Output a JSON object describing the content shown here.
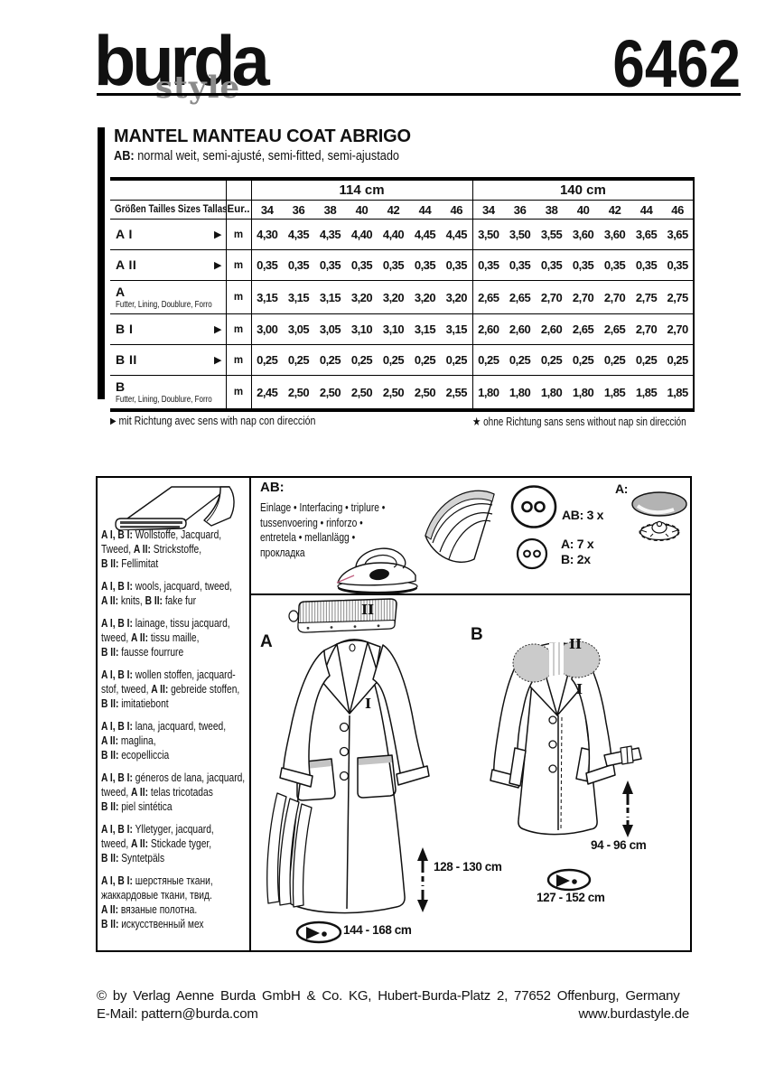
{
  "header": {
    "brand": "burda",
    "brand_sub": "style",
    "pattern_number": "6462"
  },
  "title": {
    "garment": "MANTEL  MANTEAU  COAT  ABRIGO",
    "fit_bold": "AB:",
    "fit_rest": " normal weit, semi-ajusté, semi-fitted, semi-ajustado"
  },
  "table": {
    "size_header": "Größen  Tailles  Sizes  Tallas",
    "eur_header": "Eur..",
    "width_groups": [
      "114 cm",
      "140 cm"
    ],
    "sizes": [
      "34",
      "36",
      "38",
      "40",
      "42",
      "44",
      "46"
    ],
    "unit": "m",
    "rows": [
      {
        "label": "A I",
        "sub": "",
        "marker": "▶",
        "values_114": [
          "4,30",
          "4,35",
          "4,35",
          "4,40",
          "4,40",
          "4,45",
          "4,45"
        ],
        "values_140": [
          "3,50",
          "3,50",
          "3,55",
          "3,60",
          "3,60",
          "3,65",
          "3,65"
        ]
      },
      {
        "label": "A II",
        "sub": "",
        "marker": "▶",
        "values_114": [
          "0,35",
          "0,35",
          "0,35",
          "0,35",
          "0,35",
          "0,35",
          "0,35"
        ],
        "values_140": [
          "0,35",
          "0,35",
          "0,35",
          "0,35",
          "0,35",
          "0,35",
          "0,35"
        ]
      },
      {
        "label": "A",
        "sub": "Futter, Lining, Doublure, Forro",
        "marker": "★",
        "values_114": [
          "3,15",
          "3,15",
          "3,15",
          "3,20",
          "3,20",
          "3,20",
          "3,20"
        ],
        "values_140": [
          "2,65",
          "2,65",
          "2,70",
          "2,70",
          "2,70",
          "2,75",
          "2,75"
        ]
      },
      {
        "label": "B I",
        "sub": "",
        "marker": "▶",
        "values_114": [
          "3,00",
          "3,05",
          "3,05",
          "3,10",
          "3,10",
          "3,15",
          "3,15"
        ],
        "values_140": [
          "2,60",
          "2,60",
          "2,60",
          "2,65",
          "2,65",
          "2,70",
          "2,70"
        ]
      },
      {
        "label": "B II",
        "sub": "",
        "marker": "▶",
        "values_114": [
          "0,25",
          "0,25",
          "0,25",
          "0,25",
          "0,25",
          "0,25",
          "0,25"
        ],
        "values_140": [
          "0,25",
          "0,25",
          "0,25",
          "0,25",
          "0,25",
          "0,25",
          "0,25"
        ]
      },
      {
        "label": "B",
        "sub": "Futter, Lining, Doublure, Forro",
        "marker": "★",
        "values_114": [
          "2,45",
          "2,50",
          "2,50",
          "2,50",
          "2,50",
          "2,50",
          "2,55"
        ],
        "values_140": [
          "1,80",
          "1,80",
          "1,80",
          "1,80",
          "1,85",
          "1,85",
          "1,85"
        ]
      }
    ]
  },
  "footnotes": {
    "with_nap_marker": "▶",
    "with_nap": " mit Richtung   avec sens   with nap   con dirección",
    "without_nap_marker": "★",
    "without_nap": " ohne Richtung   sans sens   without nap   sin dirección"
  },
  "fabrics": {
    "paragraphs": [
      "**A I, B I:** Wollstoffe, Jacquard,\nTweed, **A II:** Strickstoffe,\n**B II:** Fellimitat",
      "**A I, B I:** wools, jacquard, tweed,\n**A II:** knits, **B II:** fake fur",
      "**A I, B I:** lainage, tissu jacquard,\ntweed, **A II:** tissu maille,\n**B II:** fausse fourrure",
      "**A I, B I:** wollen stoffen, jacquard-\nstof, tweed, **A II:** gebreide stoffen,\n**B II:** imitatiebont",
      "**A I, B I:** lana, jacquard, tweed,\n**A II:** maglina,\n**B II:** ecopelliccia",
      "**A I, B I:** géneros de lana, jacquard,\ntweed, **A II:** telas tricotadas\n**B II:** piel sintética",
      "**A I, B I:** Ylletyger, jacquard,\ntweed, **A II:** Stickade tyger,\n**B II:** Syntetpäls",
      "**A I, B I:**  шерстяные ткани,\nжаккардовые ткани, твид.\n**A II:** вязаные полотна.\n**B II:** искусственный мех"
    ]
  },
  "notions": {
    "interfacing_heading": "AB:",
    "interfacing_text": "Einlage • Interfacing • triplure •\ntussenvoering • rinforzo •\nentretela • mellanlägg •\nпрокладка",
    "button_large_qty": "AB: 3 x",
    "button_small_qty_a": "A: 7 x",
    "button_small_qty_b": "B: 2x",
    "covered_button_label": "A:"
  },
  "views": {
    "view_a_label": "A",
    "view_b_label": "B",
    "fabric_i_label": "I",
    "fabric_ii_label": "II",
    "view_a_length": "128 - 130 cm",
    "view_a_hem": "144 - 168 cm",
    "view_b_length": "94 - 96 cm",
    "view_b_hem": "127 - 152 cm"
  },
  "footer": {
    "copyright": "© by Verlag Aenne Burda GmbH & Co. KG, Hubert-Burda-Platz 2, 77652 Offenburg, Germany",
    "email": "E-Mail: pattern@burda.com",
    "website": "www.burdastyle.de"
  }
}
